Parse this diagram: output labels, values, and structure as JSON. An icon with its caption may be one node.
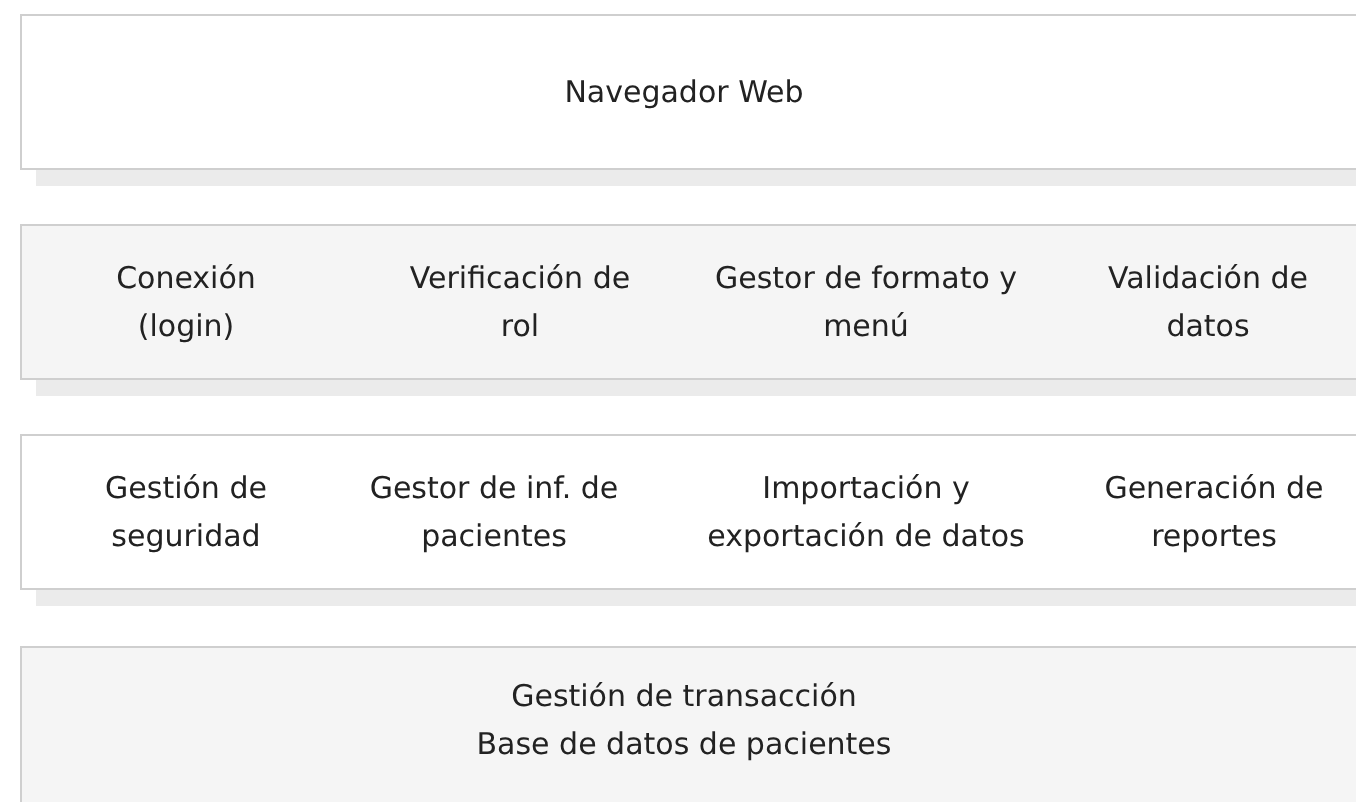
{
  "diagram": {
    "nodes": [
      {
        "text": [
          "Navegador Web"
        ]
      },
      {
        "text": [
          "Conexión (login)",
          "Verificación de rol",
          "Gestor de formato y menú",
          "Validación de datos"
        ]
      },
      {
        "text": [
          "Gestión de seguridad",
          "Gestor de inf. de pacientes",
          "Importación y exportación de datos",
          "Generación de reportes"
        ]
      },
      {
        "text": [
          "Gestión de transacción",
          "Base de datos de pacientes"
        ]
      }
    ]
  }
}
